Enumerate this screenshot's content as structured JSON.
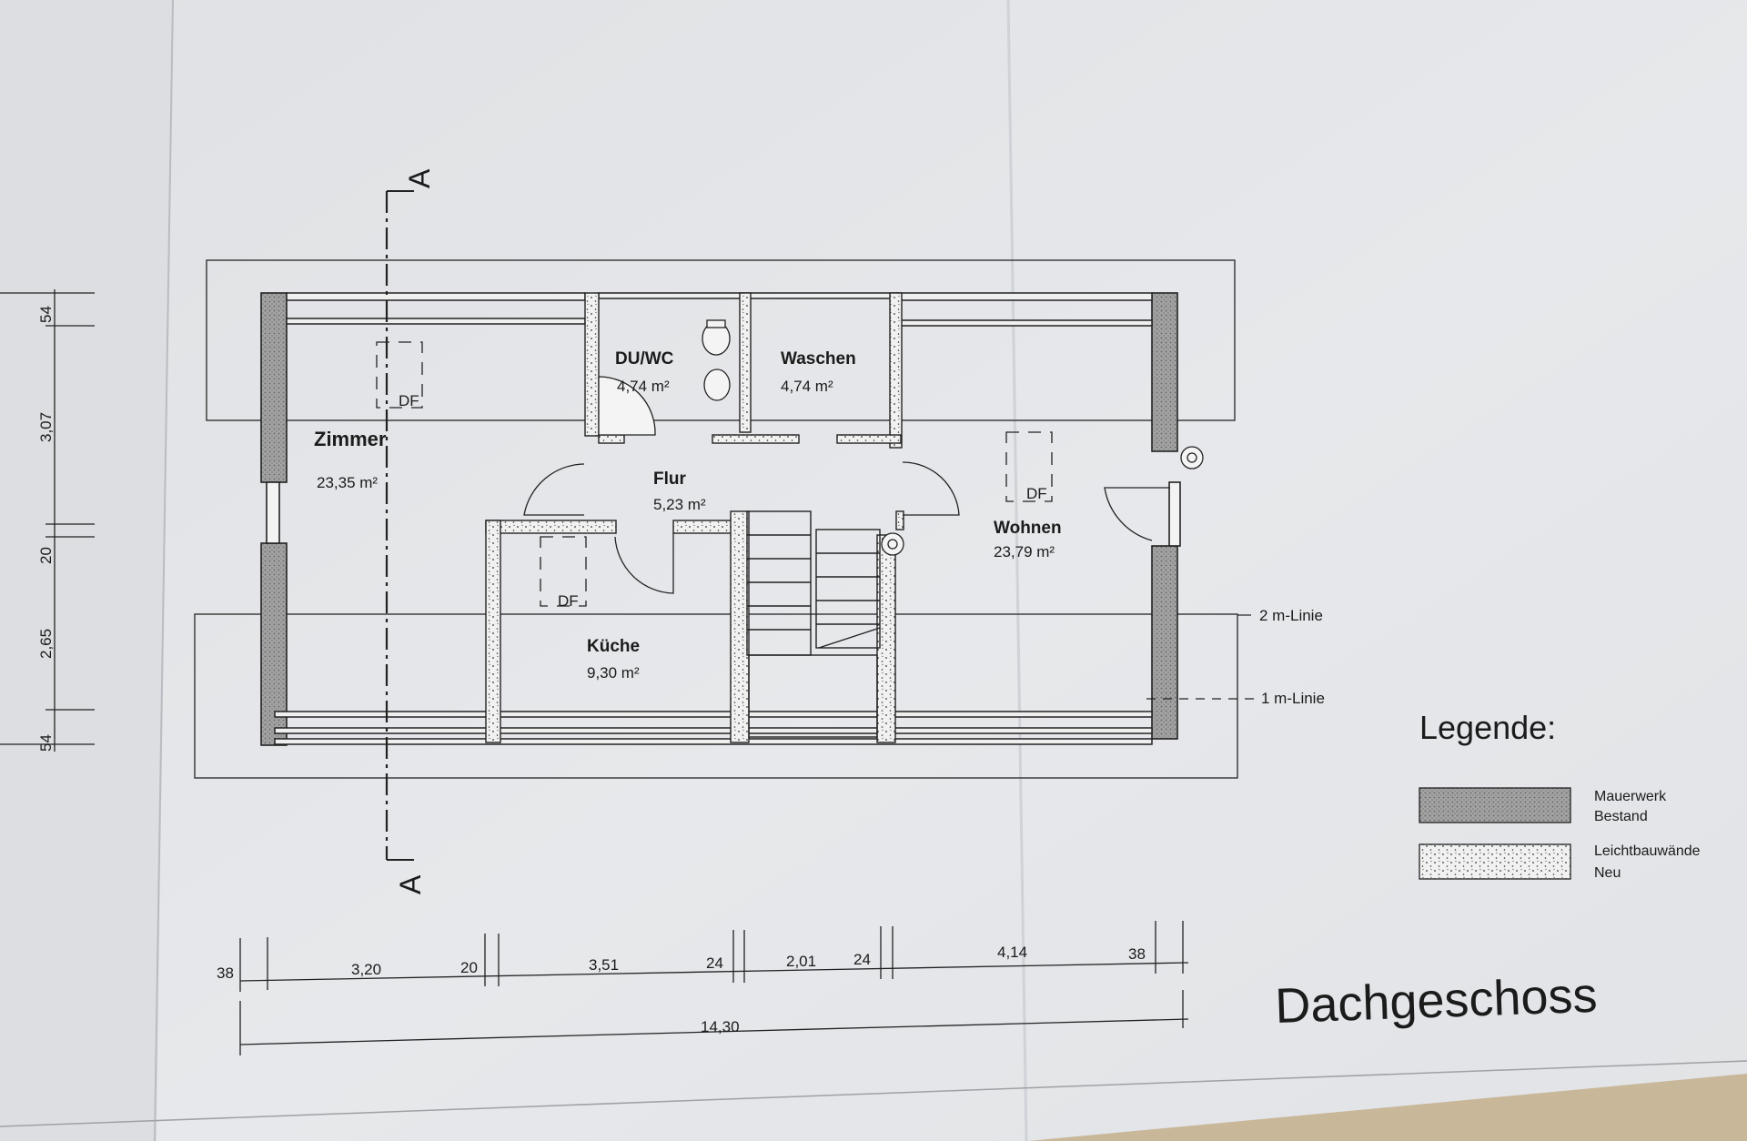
{
  "colors": {
    "paper": "#e3e5e8",
    "paper_shadow": "#cfd2d6",
    "background": "#ffffff",
    "ink": "#1b1b1b",
    "wall_fill": "#9a9a9a",
    "floor_strip": "#d8d8d8"
  },
  "plan": {
    "title": "Dachgeschoss",
    "section_marker": "A",
    "rooms": {
      "zimmer": {
        "name": "Zimmer",
        "area": "23,35 m²"
      },
      "duwc": {
        "name": "DU/WC",
        "area": "4,74 m²"
      },
      "waschen": {
        "name": "Waschen",
        "area": "4,74 m²"
      },
      "flur": {
        "name": "Flur",
        "area": "5,23 m²"
      },
      "kueche": {
        "name": "Küche",
        "area": "9,30 m²"
      },
      "wohnen": {
        "name": "Wohnen",
        "area": "23,79 m²"
      }
    },
    "skylight_label": "DF",
    "lines": {
      "two_m": "2 m-Linie",
      "one_m": "1 m-Linie"
    },
    "dimensions_bottom": [
      "38",
      "3,20",
      "20",
      "3,51",
      "24",
      "2,01",
      "24",
      "4,14",
      "38"
    ],
    "dimension_total": "14,30",
    "dimensions_left": [
      "54",
      "3,07",
      "20",
      "2,65",
      "54"
    ]
  },
  "legend": {
    "title": "Legende:",
    "items": [
      {
        "label_line1": "Mauerwerk",
        "label_line2": "Bestand"
      },
      {
        "label_line1": "Leichtbauwände",
        "label_line2": "Neu"
      }
    ]
  }
}
